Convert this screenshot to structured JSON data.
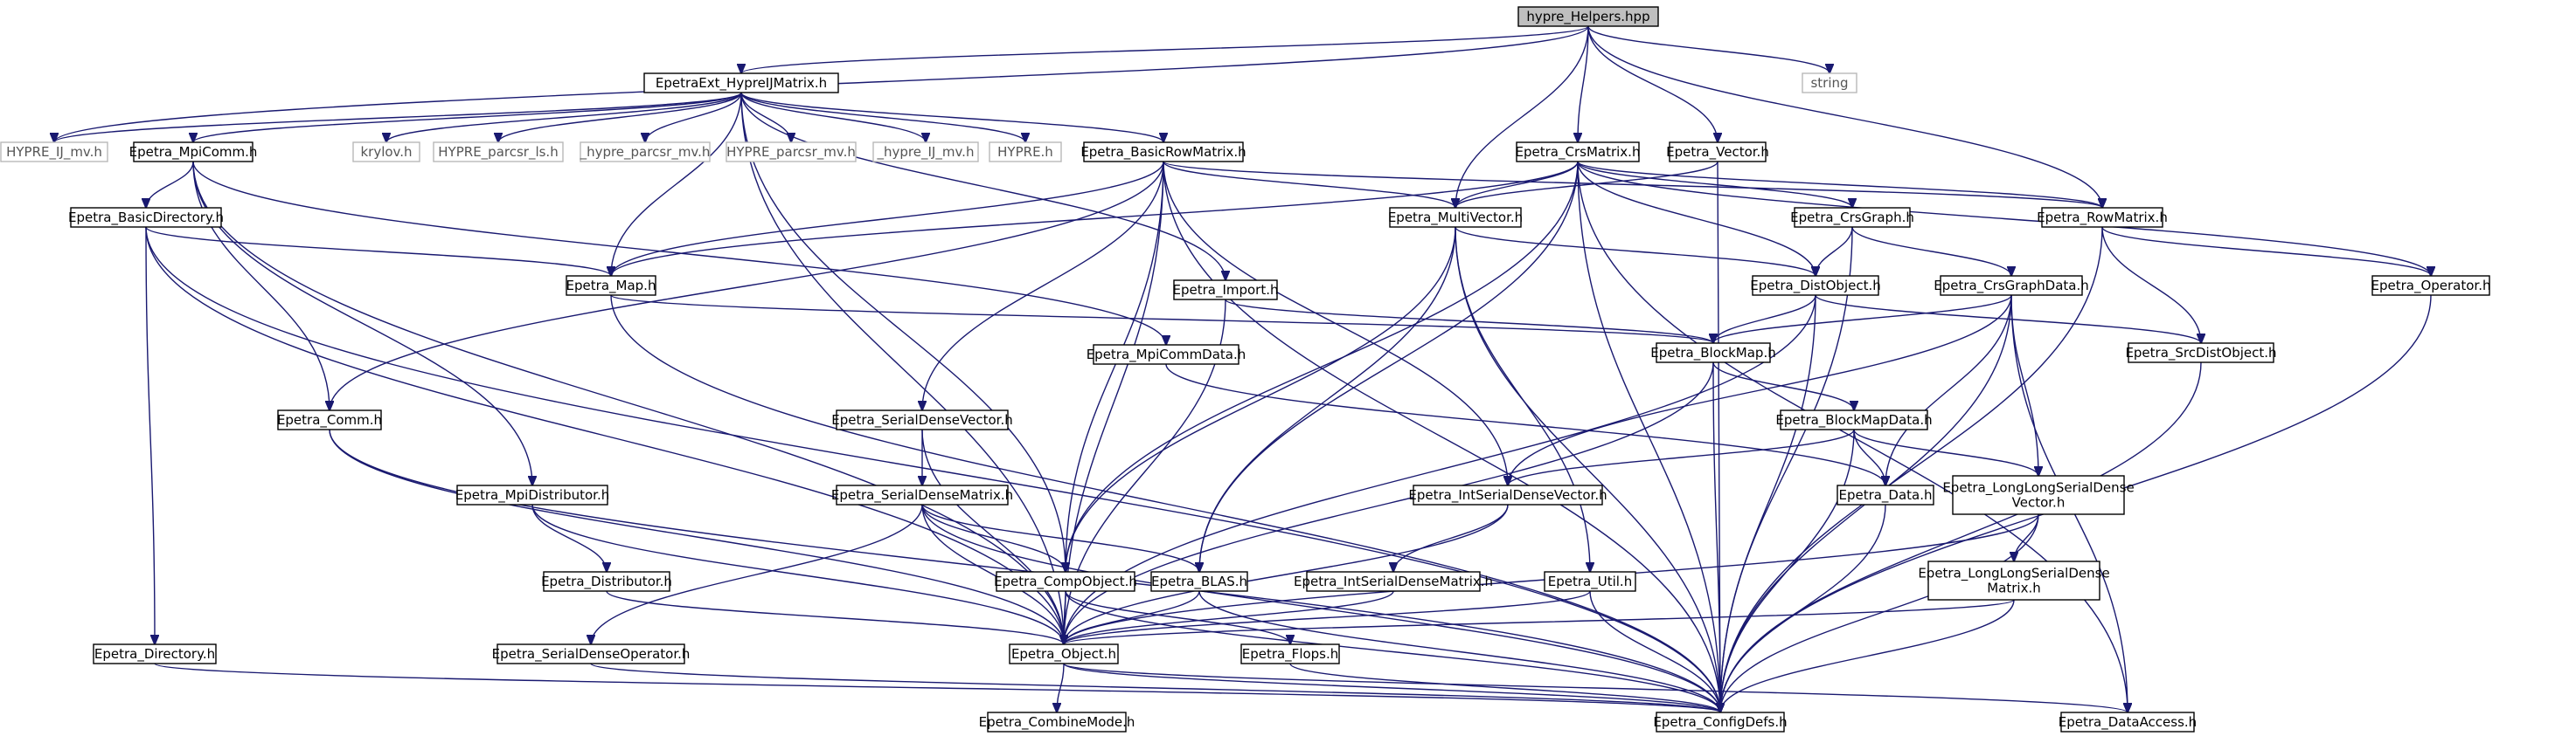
{
  "diagram": {
    "root": "hypre_Helpers.hpp",
    "nodes": [
      {
        "id": "hypre_helpers",
        "label": "hypre_Helpers.hpp",
        "kind": "root"
      },
      {
        "id": "ext_hypreij",
        "label": "EpetraExt_HypreIJMatrix.h",
        "kind": "internal"
      },
      {
        "id": "string",
        "label": "string",
        "kind": "external"
      },
      {
        "id": "hypre_ij_mv",
        "label": "HYPRE_IJ_mv.h",
        "kind": "external"
      },
      {
        "id": "mpicomm",
        "label": "Epetra_MpiComm.h",
        "kind": "internal"
      },
      {
        "id": "krylov",
        "label": "krylov.h",
        "kind": "external"
      },
      {
        "id": "hypre_parcsr_ls",
        "label": "HYPRE_parcsr_ls.h",
        "kind": "external"
      },
      {
        "id": "_hypre_parcsr_mv",
        "label": "_hypre_parcsr_mv.h",
        "kind": "external"
      },
      {
        "id": "hypre_parcsr_mv",
        "label": "HYPRE_parcsr_mv.h",
        "kind": "external"
      },
      {
        "id": "_hypre_ij_mv",
        "label": "_hypre_IJ_mv.h",
        "kind": "external"
      },
      {
        "id": "hypre_h",
        "label": "HYPRE.h",
        "kind": "external"
      },
      {
        "id": "basicrowmatrix",
        "label": "Epetra_BasicRowMatrix.h",
        "kind": "internal"
      },
      {
        "id": "crsmatrix",
        "label": "Epetra_CrsMatrix.h",
        "kind": "internal"
      },
      {
        "id": "vector",
        "label": "Epetra_Vector.h",
        "kind": "internal"
      },
      {
        "id": "basicdirectory",
        "label": "Epetra_BasicDirectory.h",
        "kind": "internal"
      },
      {
        "id": "map",
        "label": "Epetra_Map.h",
        "kind": "internal"
      },
      {
        "id": "multivector",
        "label": "Epetra_MultiVector.h",
        "kind": "internal"
      },
      {
        "id": "crsgraph",
        "label": "Epetra_CrsGraph.h",
        "kind": "internal"
      },
      {
        "id": "rowmatrix",
        "label": "Epetra_RowMatrix.h",
        "kind": "internal"
      },
      {
        "id": "distobject",
        "label": "Epetra_DistObject.h",
        "kind": "internal"
      },
      {
        "id": "crsgraphdata",
        "label": "Epetra_CrsGraphData.h",
        "kind": "internal"
      },
      {
        "id": "operator",
        "label": "Epetra_Operator.h",
        "kind": "internal"
      },
      {
        "id": "import",
        "label": "Epetra_Import.h",
        "kind": "internal"
      },
      {
        "id": "mpicommdata",
        "label": "Epetra_MpiCommData.h",
        "kind": "internal"
      },
      {
        "id": "blockmap",
        "label": "Epetra_BlockMap.h",
        "kind": "internal"
      },
      {
        "id": "srcdistobject",
        "label": "Epetra_SrcDistObject.h",
        "kind": "internal"
      },
      {
        "id": "comm",
        "label": "Epetra_Comm.h",
        "kind": "internal"
      },
      {
        "id": "serialdensevector",
        "label": "Epetra_SerialDenseVector.h",
        "kind": "internal"
      },
      {
        "id": "blockmapdata",
        "label": "Epetra_BlockMapData.h",
        "kind": "internal"
      },
      {
        "id": "mpidistributor",
        "label": "Epetra_MpiDistributor.h",
        "kind": "internal"
      },
      {
        "id": "serialdensematrix",
        "label": "Epetra_SerialDenseMatrix.h",
        "kind": "internal"
      },
      {
        "id": "intserialdensevector",
        "label": "Epetra_IntSerialDenseVector.h",
        "kind": "internal"
      },
      {
        "id": "data",
        "label": "Epetra_Data.h",
        "kind": "internal"
      },
      {
        "id": "longlongsdv",
        "label": "Epetra_LongLongSerialDense\nVector.h",
        "kind": "internal"
      },
      {
        "id": "distributor",
        "label": "Epetra_Distributor.h",
        "kind": "internal"
      },
      {
        "id": "compobject",
        "label": "Epetra_CompObject.h",
        "kind": "internal"
      },
      {
        "id": "blas",
        "label": "Epetra_BLAS.h",
        "kind": "internal"
      },
      {
        "id": "intserialdensematrix",
        "label": "Epetra_IntSerialDenseMatrix.h",
        "kind": "internal"
      },
      {
        "id": "util",
        "label": "Epetra_Util.h",
        "kind": "internal"
      },
      {
        "id": "longlongsdm",
        "label": "Epetra_LongLongSerialDense\nMatrix.h",
        "kind": "internal"
      },
      {
        "id": "directory",
        "label": "Epetra_Directory.h",
        "kind": "internal"
      },
      {
        "id": "serialdenseoperator",
        "label": "Epetra_SerialDenseOperator.h",
        "kind": "internal"
      },
      {
        "id": "object",
        "label": "Epetra_Object.h",
        "kind": "internal"
      },
      {
        "id": "flops",
        "label": "Epetra_Flops.h",
        "kind": "internal"
      },
      {
        "id": "configdefs",
        "label": "Epetra_ConfigDefs.h",
        "kind": "internal"
      },
      {
        "id": "dataaccess",
        "label": "Epetra_DataAccess.h",
        "kind": "internal"
      },
      {
        "id": "combinemode",
        "label": "Epetra_CombineMode.h",
        "kind": "internal"
      }
    ],
    "edges": [
      [
        "hypre_helpers",
        "ext_hypreij"
      ],
      [
        "hypre_helpers",
        "string"
      ],
      [
        "hypre_helpers",
        "hypre_ij_mv"
      ],
      [
        "hypre_helpers",
        "crsmatrix"
      ],
      [
        "hypre_helpers",
        "vector"
      ],
      [
        "hypre_helpers",
        "multivector"
      ],
      [
        "hypre_helpers",
        "rowmatrix"
      ],
      [
        "ext_hypreij",
        "hypre_ij_mv"
      ],
      [
        "ext_hypreij",
        "mpicomm"
      ],
      [
        "ext_hypreij",
        "krylov"
      ],
      [
        "ext_hypreij",
        "hypre_parcsr_ls"
      ],
      [
        "ext_hypreij",
        "_hypre_parcsr_mv"
      ],
      [
        "ext_hypreij",
        "hypre_parcsr_mv"
      ],
      [
        "ext_hypreij",
        "_hypre_ij_mv"
      ],
      [
        "ext_hypreij",
        "hypre_h"
      ],
      [
        "ext_hypreij",
        "basicrowmatrix"
      ],
      [
        "ext_hypreij",
        "map"
      ],
      [
        "ext_hypreij",
        "import"
      ],
      [
        "ext_hypreij",
        "object"
      ],
      [
        "ext_hypreij",
        "compobject"
      ],
      [
        "mpicomm",
        "basicdirectory"
      ],
      [
        "mpicomm",
        "comm"
      ],
      [
        "mpicomm",
        "mpicommdata"
      ],
      [
        "mpicomm",
        "mpidistributor"
      ],
      [
        "mpicomm",
        "object"
      ],
      [
        "basicdirectory",
        "map"
      ],
      [
        "basicdirectory",
        "directory"
      ],
      [
        "basicdirectory",
        "object"
      ],
      [
        "basicdirectory",
        "configdefs"
      ],
      [
        "basicrowmatrix",
        "comm"
      ],
      [
        "basicrowmatrix",
        "map"
      ],
      [
        "basicrowmatrix",
        "multivector"
      ],
      [
        "basicrowmatrix",
        "rowmatrix"
      ],
      [
        "basicrowmatrix",
        "serialdensevector"
      ],
      [
        "basicrowmatrix",
        "intserialdensevector"
      ],
      [
        "basicrowmatrix",
        "compobject"
      ],
      [
        "basicrowmatrix",
        "object"
      ],
      [
        "basicrowmatrix",
        "configdefs"
      ],
      [
        "crsmatrix",
        "map"
      ],
      [
        "crsmatrix",
        "multivector"
      ],
      [
        "crsmatrix",
        "crsgraph"
      ],
      [
        "crsmatrix",
        "rowmatrix"
      ],
      [
        "crsmatrix",
        "distobject"
      ],
      [
        "crsmatrix",
        "operator"
      ],
      [
        "crsmatrix",
        "compobject"
      ],
      [
        "crsmatrix",
        "blas"
      ],
      [
        "crsmatrix",
        "configdefs"
      ],
      [
        "crsmatrix",
        "dataaccess"
      ],
      [
        "vector",
        "multivector"
      ],
      [
        "vector",
        "configdefs"
      ],
      [
        "map",
        "blockmap"
      ],
      [
        "map",
        "configdefs"
      ],
      [
        "multivector",
        "distobject"
      ],
      [
        "multivector",
        "compobject"
      ],
      [
        "multivector",
        "blas"
      ],
      [
        "multivector",
        "util"
      ],
      [
        "multivector",
        "configdefs"
      ],
      [
        "crsgraph",
        "distobject"
      ],
      [
        "crsgraph",
        "crsgraphdata"
      ],
      [
        "crsgraph",
        "configdefs"
      ],
      [
        "rowmatrix",
        "operator"
      ],
      [
        "rowmatrix",
        "srcdistobject"
      ],
      [
        "rowmatrix",
        "configdefs"
      ],
      [
        "distobject",
        "blockmap"
      ],
      [
        "distobject",
        "srcdistobject"
      ],
      [
        "distobject",
        "object"
      ],
      [
        "distobject",
        "configdefs"
      ],
      [
        "crsgraphdata",
        "blockmap"
      ],
      [
        "crsgraphdata",
        "data"
      ],
      [
        "crsgraphdata",
        "intserialdensevector"
      ],
      [
        "crsgraphdata",
        "longlongsdv"
      ],
      [
        "crsgraphdata",
        "configdefs"
      ],
      [
        "crsgraphdata",
        "dataaccess"
      ],
      [
        "operator",
        "configdefs"
      ],
      [
        "import",
        "blockmap"
      ],
      [
        "import",
        "object"
      ],
      [
        "mpicommdata",
        "data"
      ],
      [
        "blockmap",
        "blockmapdata"
      ],
      [
        "blockmap",
        "object"
      ],
      [
        "blockmap",
        "configdefs"
      ],
      [
        "srcdistobject",
        "configdefs"
      ],
      [
        "comm",
        "object"
      ],
      [
        "comm",
        "configdefs"
      ],
      [
        "serialdensevector",
        "serialdensematrix"
      ],
      [
        "serialdensevector",
        "object"
      ],
      [
        "blockmapdata",
        "data"
      ],
      [
        "blockmapdata",
        "intserialdensevector"
      ],
      [
        "blockmapdata",
        "longlongsdv"
      ],
      [
        "blockmapdata",
        "configdefs"
      ],
      [
        "mpidistributor",
        "distributor"
      ],
      [
        "mpidistributor",
        "object"
      ],
      [
        "serialdensematrix",
        "serialdenseoperator"
      ],
      [
        "serialdensematrix",
        "compobject"
      ],
      [
        "serialdensematrix",
        "blas"
      ],
      [
        "serialdensematrix",
        "object"
      ],
      [
        "serialdensematrix",
        "configdefs"
      ],
      [
        "intserialdensevector",
        "intserialdensematrix"
      ],
      [
        "intserialdensevector",
        "object"
      ],
      [
        "data",
        "configdefs"
      ],
      [
        "longlongsdv",
        "longlongsdm"
      ],
      [
        "longlongsdv",
        "object"
      ],
      [
        "longlongsdv",
        "configdefs"
      ],
      [
        "distributor",
        "object"
      ],
      [
        "compobject",
        "object"
      ],
      [
        "compobject",
        "flops"
      ],
      [
        "compobject",
        "configdefs"
      ],
      [
        "blas",
        "object"
      ],
      [
        "blas",
        "configdefs"
      ],
      [
        "intserialdensematrix",
        "object"
      ],
      [
        "util",
        "object"
      ],
      [
        "util",
        "configdefs"
      ],
      [
        "longlongsdm",
        "object"
      ],
      [
        "longlongsdm",
        "configdefs"
      ],
      [
        "directory",
        "configdefs"
      ],
      [
        "serialdenseoperator",
        "configdefs"
      ],
      [
        "object",
        "combinemode"
      ],
      [
        "object",
        "configdefs"
      ],
      [
        "object",
        "dataaccess"
      ],
      [
        "flops",
        "configdefs"
      ]
    ]
  }
}
